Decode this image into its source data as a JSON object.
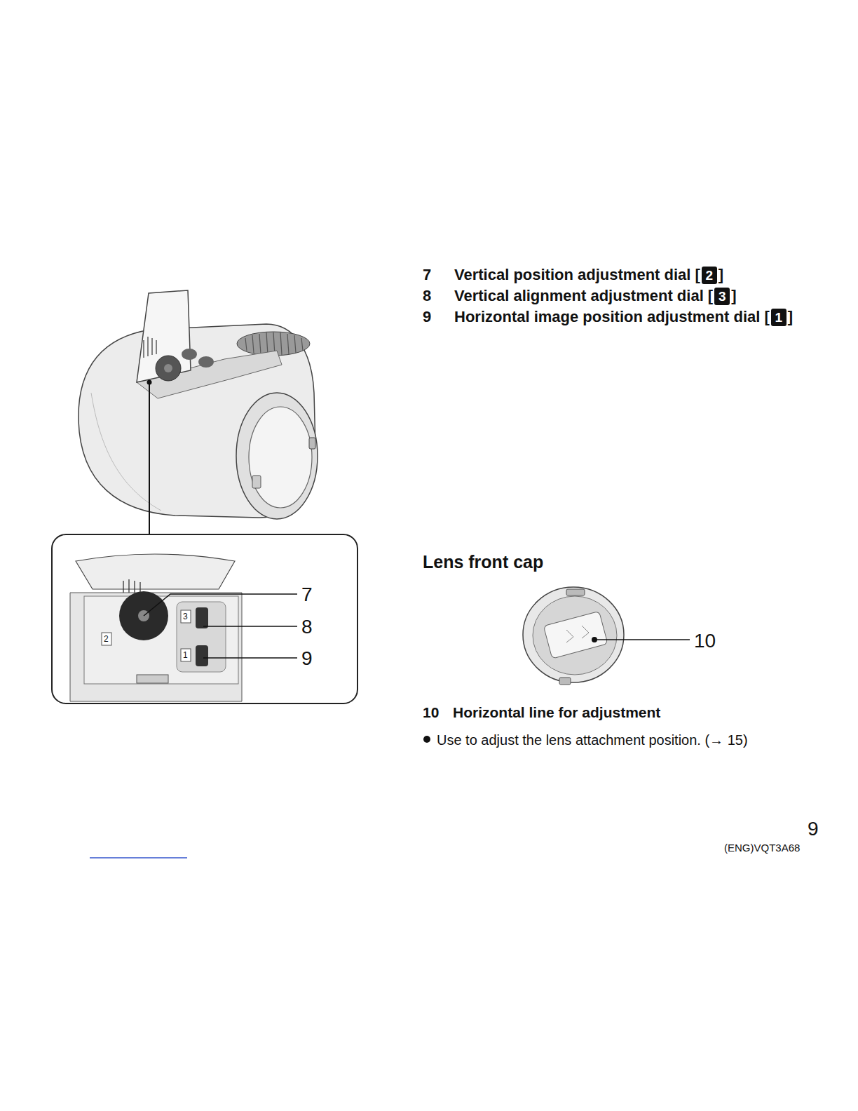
{
  "diagram": {
    "nodes": [
      {
        "text": [
          "2"
        ]
      },
      {
        "text": [
          "3"
        ]
      },
      {
        "text": [
          "1"
        ]
      }
    ],
    "labels": [
      "7",
      "Vertical position adjustment dial [",
      "]",
      "8",
      "Vertical alignment adjustment dial [",
      "]",
      "9",
      "Horizontal image position adjustment dial [",
      "]",
      "2",
      "3",
      "1",
      "7",
      "8",
      "9",
      "Lens front cap",
      "10",
      "10",
      "Horizontal line for adjustment",
      "Use to adjust the lens attachment position. (→ 15)",
      "9",
      "(ENG)VQT3A68"
    ]
  }
}
